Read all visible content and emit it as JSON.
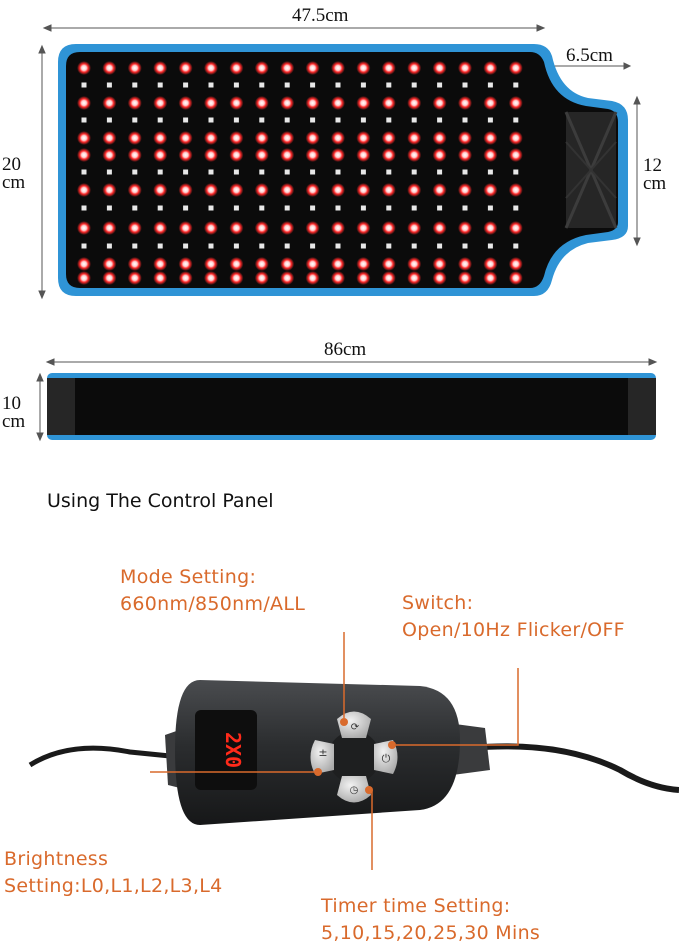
{
  "pad": {
    "width_label": "47.5cm",
    "neck_width_label": "6.5cm",
    "height_label_value": "20",
    "height_label_unit": "cm",
    "neck_height_label_value": "12",
    "neck_height_label_unit": "cm"
  },
  "strap": {
    "length_label": "86cm",
    "width_label_value": "10",
    "width_label_unit": "cm"
  },
  "control": {
    "heading": "Using The Control Panel",
    "display_value": "2X0",
    "mode": {
      "title": "Mode Setting:",
      "options": "660nm/850nm/ALL"
    },
    "switch": {
      "title": "Switch:",
      "options": "Open/10Hz Flicker/OFF"
    },
    "brightness": {
      "title": "Brightness",
      "options": "Setting:L0,L1,L2,L3,L4"
    },
    "timer": {
      "title": "Timer time Setting:",
      "options": "5,10,15,20,25,30 Mins"
    }
  },
  "colors": {
    "trim": "#2f94d6",
    "pad": "#0b0b0b",
    "led_red": "#ff2a2a",
    "label_orange": "#d96a2c",
    "controller_body": "#2b2d2f",
    "button": "#d8d8d8"
  }
}
